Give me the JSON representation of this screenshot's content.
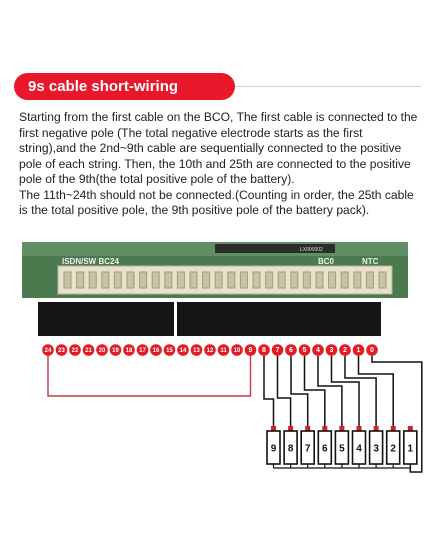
{
  "section": {
    "title": "9s cable short-wiring method"
  },
  "description": {
    "paragraph_1": "Starting from the first cable on the BCO, The first cable is connected to the first negative pole (The total negative electrode starts as the first string),and the 2nd~9th cable are sequentially connected to the positive pole of each string. Then, the 10th and 25th are connected to the positive pole of the 9th(the total positive pole of the battery).",
    "paragraph_2": "The 11th~24th should not be connected.(Counting in order, the 25th cable is the total positive pole, the 9th positive pole of the battery pack)."
  },
  "board": {
    "label_left": "ISDN/SW BC24",
    "label_mid": "BC0",
    "label_right": "NTC",
    "chip_text": "LX000002"
  },
  "pins": [
    "24",
    "23",
    "22",
    "21",
    "20",
    "19",
    "18",
    "17",
    "16",
    "15",
    "14",
    "13",
    "12",
    "11",
    "10",
    "9",
    "8",
    "7",
    "6",
    "5",
    "4",
    "3",
    "2",
    "1",
    "0"
  ],
  "cells": [
    "9",
    "8",
    "7",
    "6",
    "5",
    "4",
    "3",
    "2",
    "1"
  ],
  "colors": {
    "accent": "#e8172a",
    "pin_fill": "#e31b23",
    "pcb_green": "#4a7a4d",
    "connector_beige": "#e7e2c9",
    "black_bar": "#151515",
    "wire": "#111111"
  }
}
